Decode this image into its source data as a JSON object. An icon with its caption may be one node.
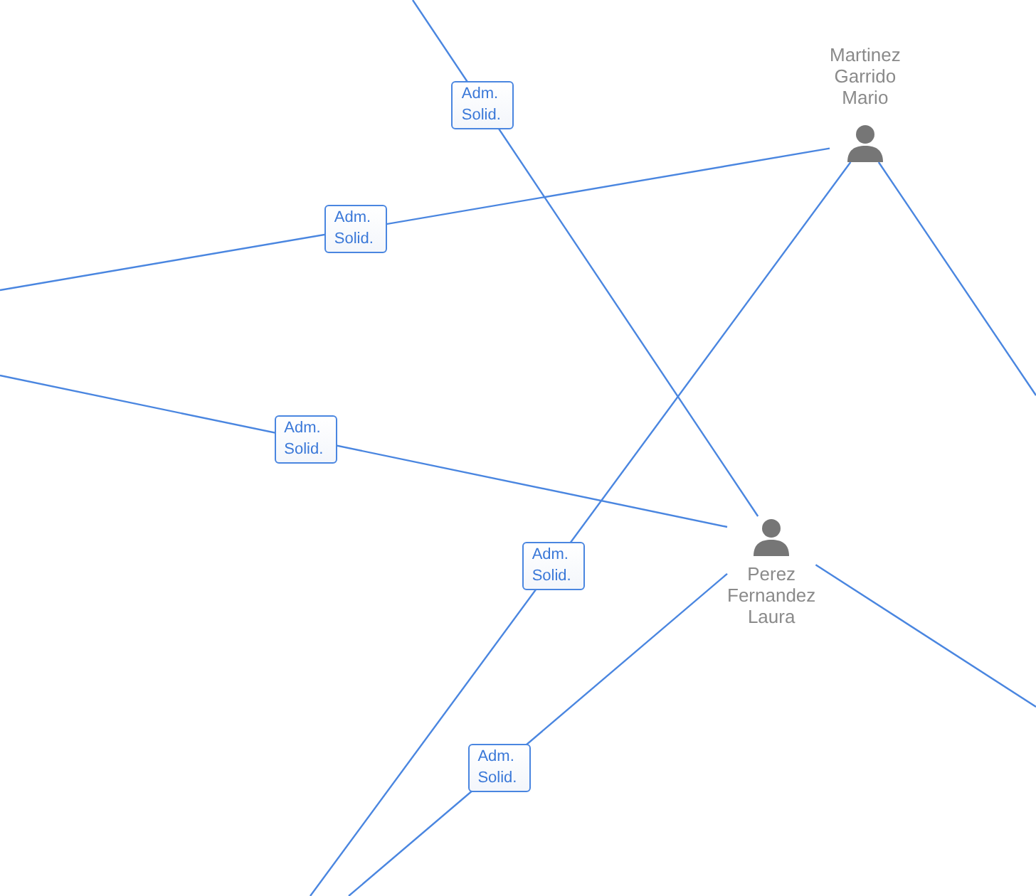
{
  "diagram": {
    "nodes": [
      {
        "text": [
          "Martinez Garrido Mario"
        ]
      },
      {
        "text": [
          "Perez Fernandez Laura"
        ]
      }
    ],
    "edges": [
      {
        "from": null,
        "to": 1,
        "arrow": "none",
        "label": "Adm. Solid."
      },
      {
        "from": null,
        "to": 0,
        "arrow": "none",
        "label": "Adm. Solid."
      },
      {
        "from": null,
        "to": 1,
        "arrow": "none",
        "label": "Adm. Solid."
      },
      {
        "from": null,
        "to": 0,
        "arrow": "none",
        "label": "Adm. Solid."
      },
      {
        "from": null,
        "to": 0,
        "arrow": "none"
      },
      {
        "from": null,
        "to": 1,
        "arrow": "none",
        "label": "Adm. Solid."
      },
      {
        "from": null,
        "to": 1,
        "arrow": "none"
      }
    ]
  }
}
